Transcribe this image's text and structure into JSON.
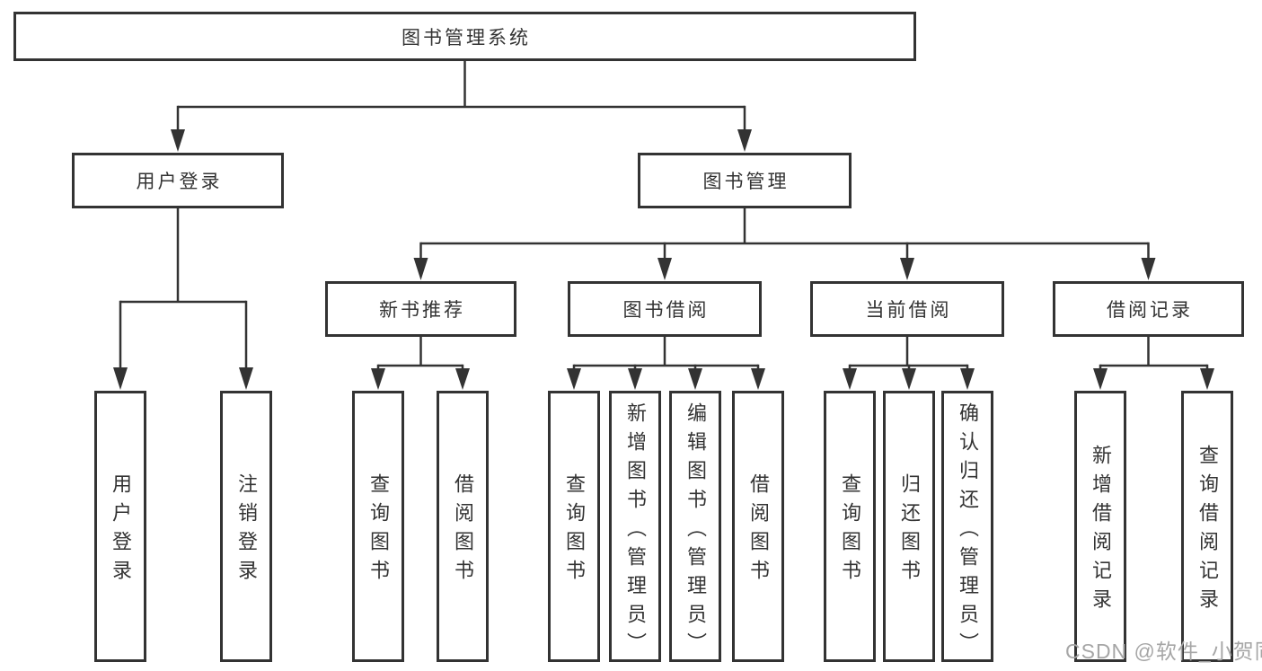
{
  "colors": {
    "ink": "#333333",
    "background": "#ffffff",
    "watermark": "#a6a6a6"
  },
  "tree": {
    "label": "图书管理系统",
    "children": [
      {
        "label": "用户登录",
        "children": [
          {
            "label": "用户登录"
          },
          {
            "label": "注销登录"
          }
        ]
      },
      {
        "label": "图书管理",
        "children": [
          {
            "label": "新书推荐",
            "children": [
              {
                "label": "查询图书"
              },
              {
                "label": "借阅图书"
              }
            ]
          },
          {
            "label": "图书借阅",
            "children": [
              {
                "label": "查询图书"
              },
              {
                "label": "新增图书（管理员）"
              },
              {
                "label": "编辑图书（管理员）"
              },
              {
                "label": "借阅图书"
              }
            ]
          },
          {
            "label": "当前借阅",
            "children": [
              {
                "label": "查询图书"
              },
              {
                "label": "归还图书"
              },
              {
                "label": "确认归还（管理员）"
              }
            ]
          },
          {
            "label": "借阅记录",
            "children": [
              {
                "label": "新增借阅记录"
              },
              {
                "label": "查询借阅记录"
              }
            ]
          }
        ]
      }
    ]
  },
  "watermark": {
    "text": "CSDN @软件_小贺同学"
  }
}
